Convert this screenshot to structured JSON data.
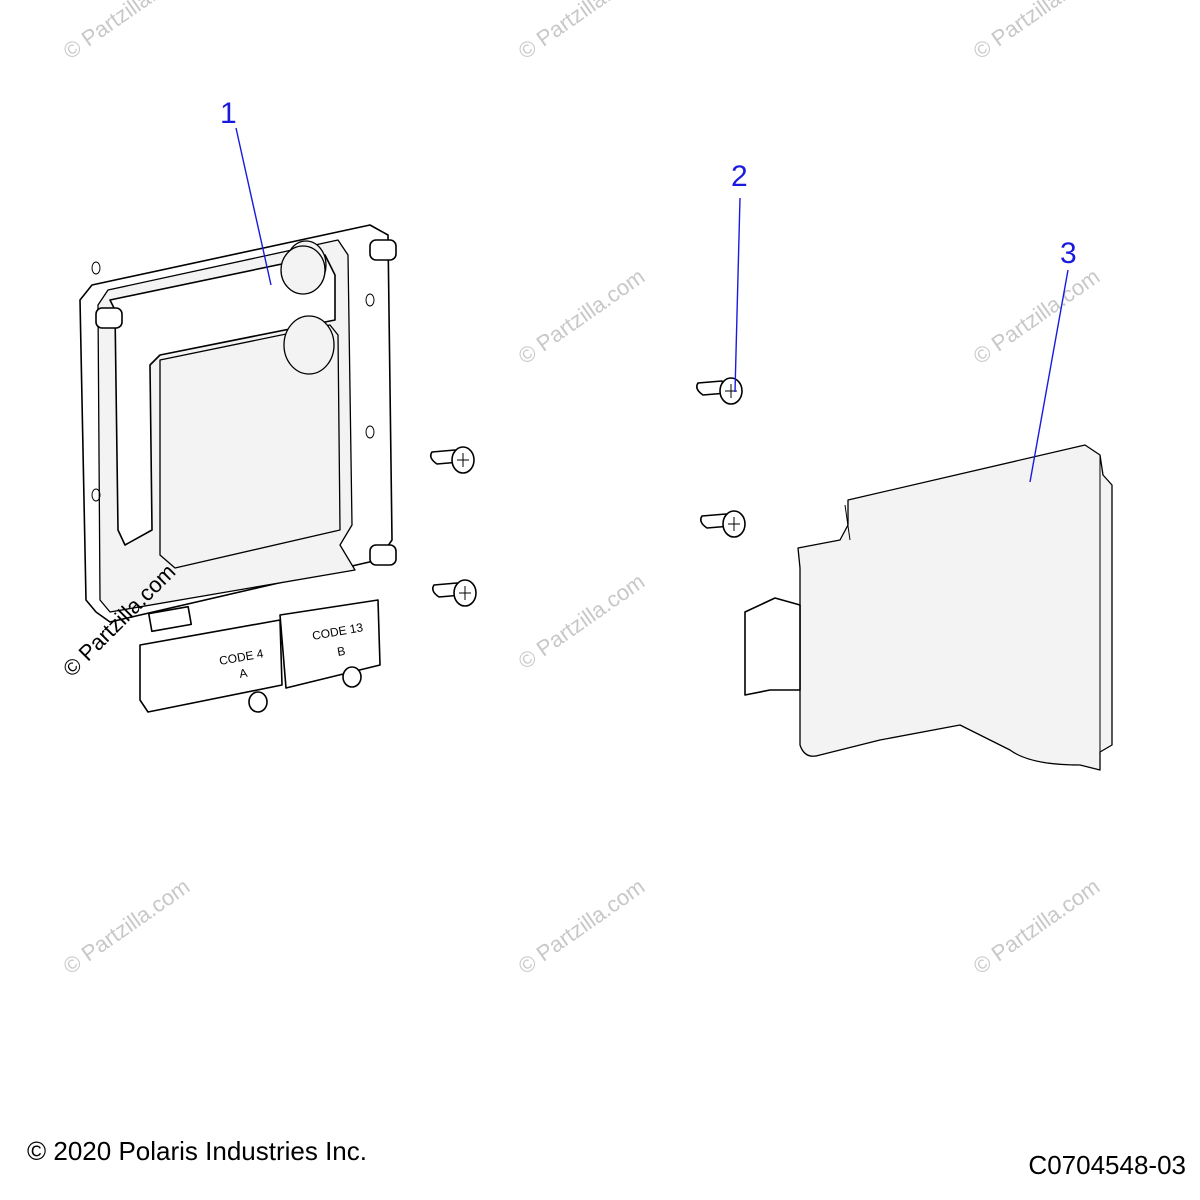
{
  "watermark": "© Partzilla.com",
  "callouts": [
    {
      "id": "1",
      "label": "1"
    },
    {
      "id": "2",
      "label": "2"
    },
    {
      "id": "3",
      "label": "3"
    }
  ],
  "connector_labels": {
    "a_code": "CODE 4",
    "a_letter": "A",
    "b_code": "CODE 13",
    "b_letter": "B"
  },
  "footer": {
    "copyright": "© 2020 Polaris Industries Inc.",
    "diagram_code": "C0704548-03"
  },
  "colors": {
    "callout": "#1a1adf",
    "watermark": "#c8c8c8",
    "line": "#000000"
  }
}
